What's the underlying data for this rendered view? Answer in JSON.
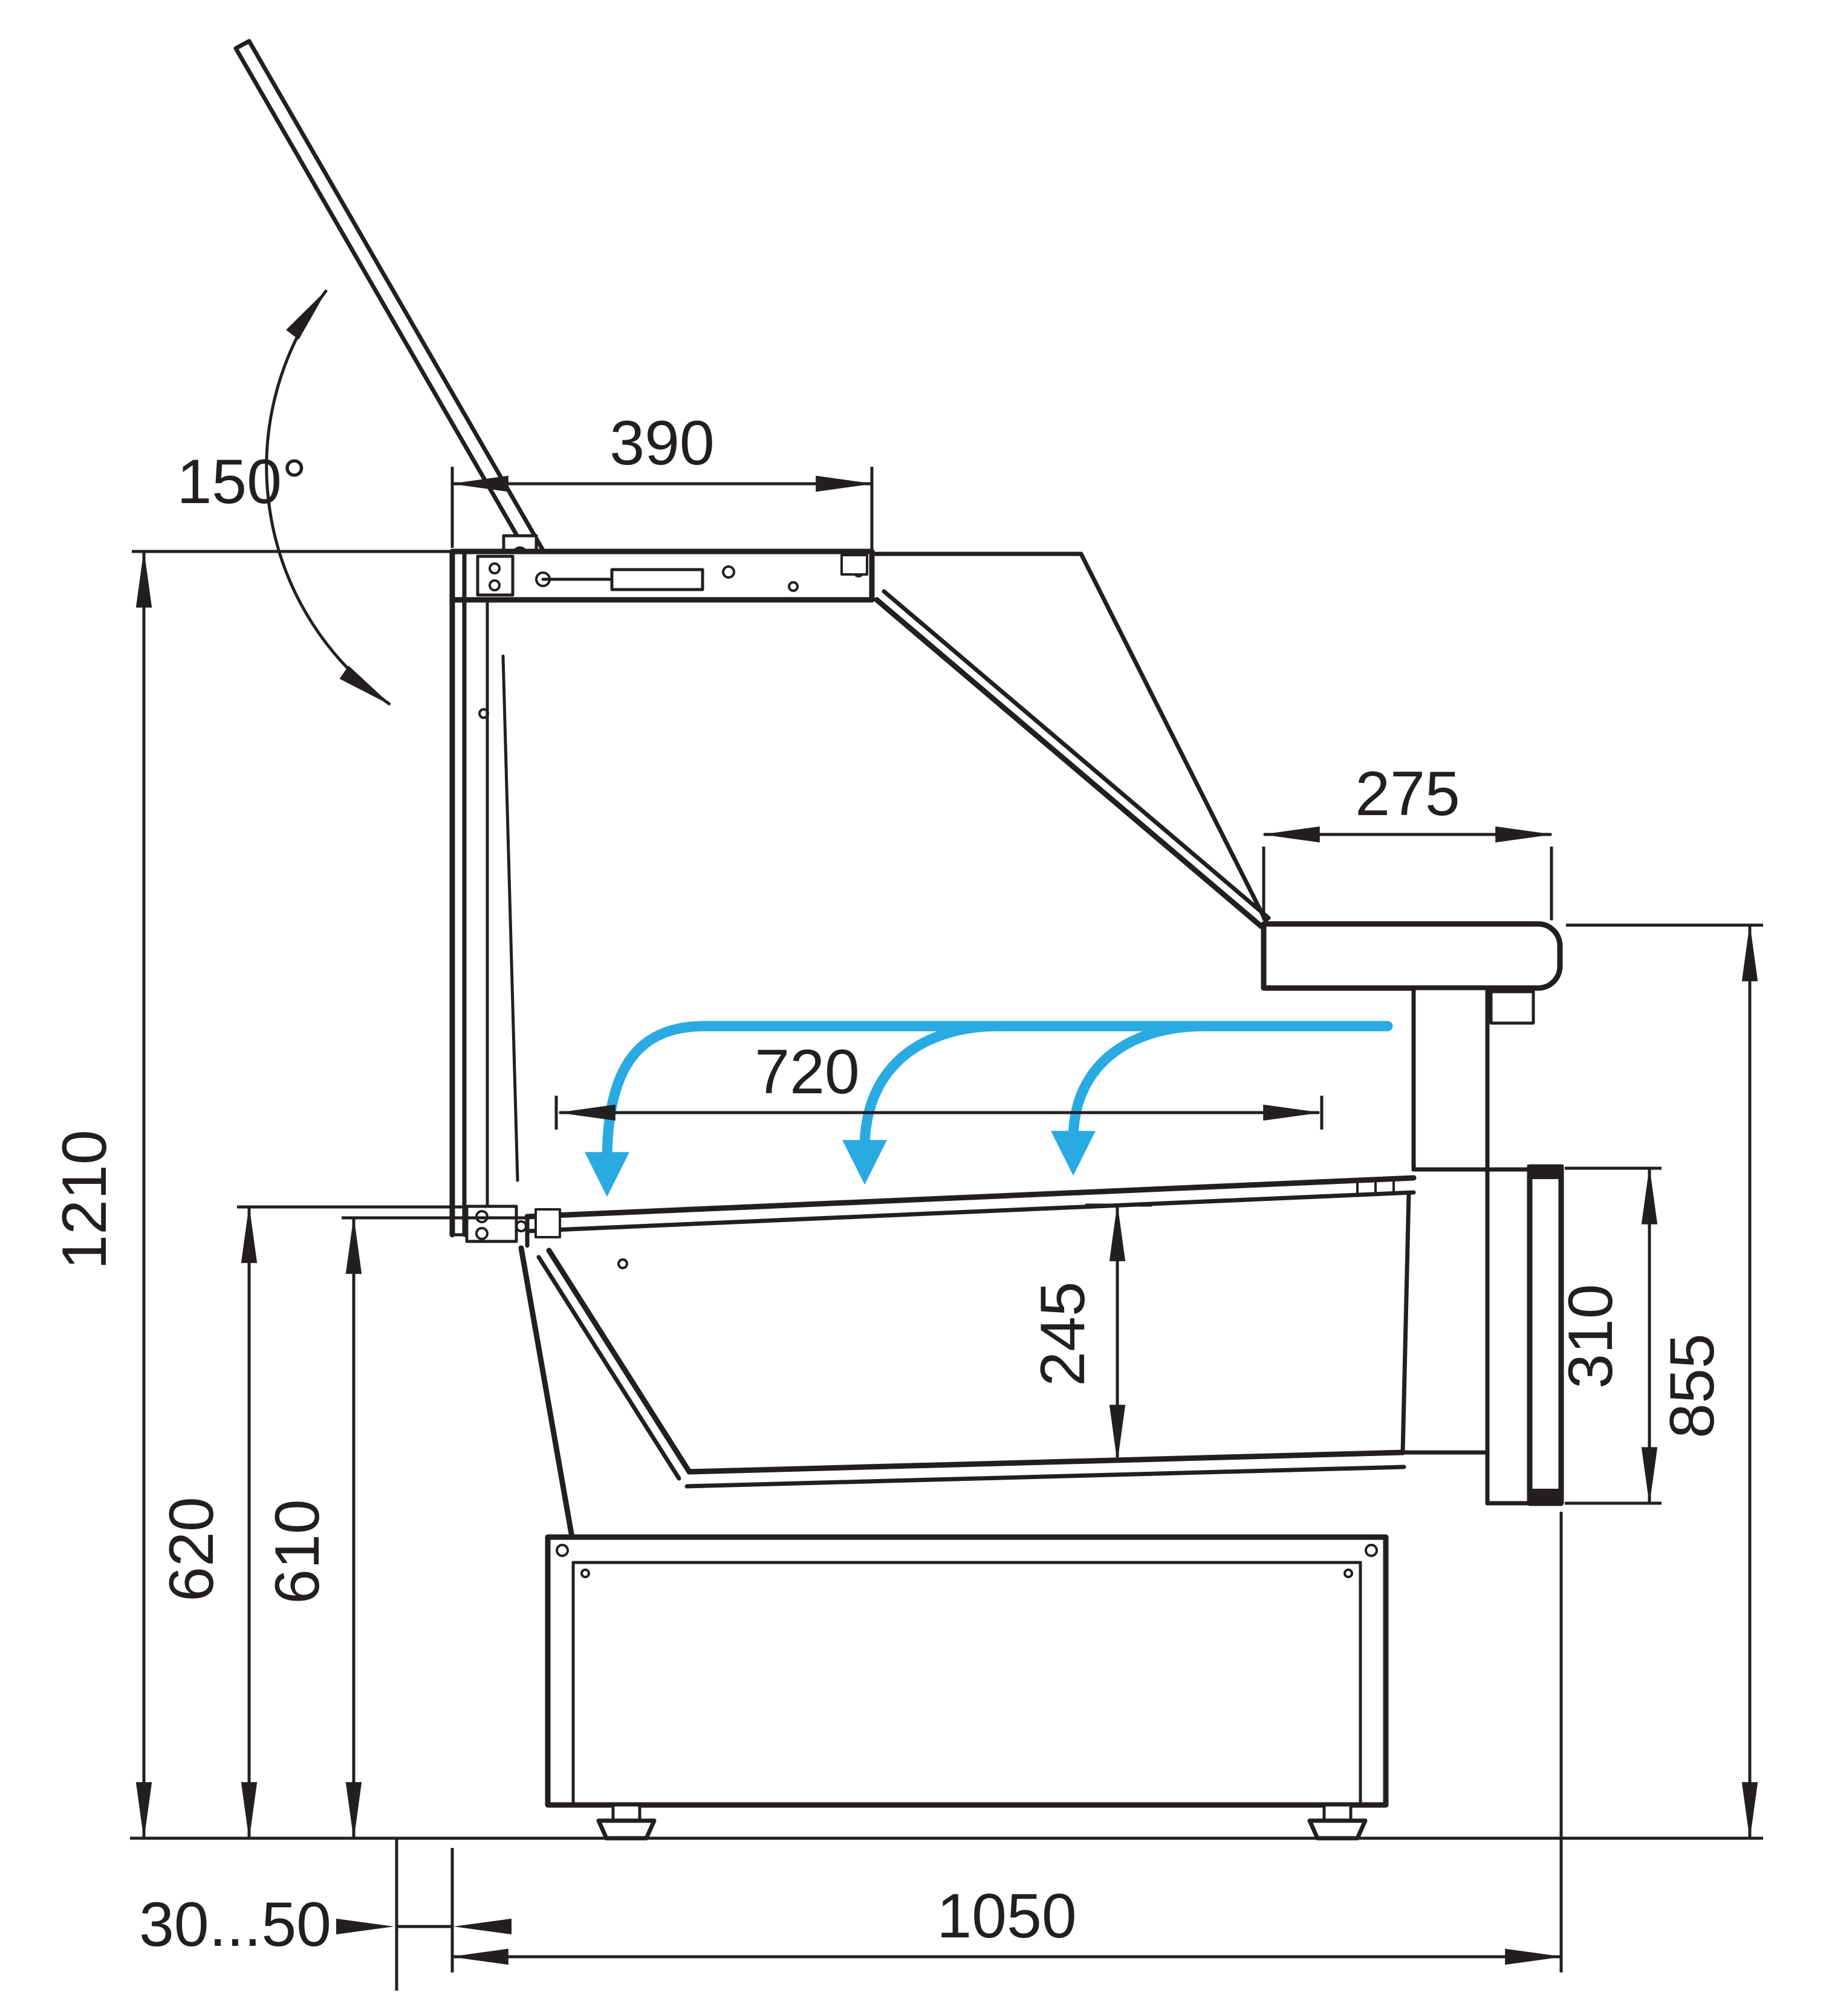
{
  "diagram": {
    "subject": "Refrigerated serve-over display counter - side cross-section technical drawing with dimensions (mm)",
    "colors": {
      "line": "#231F20",
      "airflow": "#29ABE2",
      "background": "#FFFFFF"
    },
    "dimensions": {
      "lid_opening_angle": "150°",
      "canopy_depth": "390",
      "rear_counter_depth": "275",
      "display_deck_depth": "720",
      "overall_height": "1210",
      "front_deck_height": "620",
      "inner_deck_height": "610",
      "well_depth": "245",
      "rear_panel_height": "310",
      "rear_counter_height": "855",
      "wall_clearance": "30...50",
      "overall_depth": "1050"
    }
  }
}
